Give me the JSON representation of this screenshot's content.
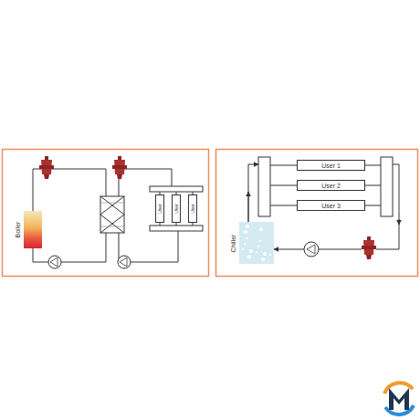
{
  "diagram": {
    "nodes": [
      {
        "text": [
          "Boiler"
        ]
      },
      {
        "text": [
          "User"
        ]
      },
      {
        "text": [
          "User"
        ]
      },
      {
        "text": [
          "User"
        ]
      },
      {
        "text": [
          "User 1"
        ]
      },
      {
        "text": [
          "User 2"
        ]
      },
      {
        "text": [
          "User 3"
        ]
      },
      {
        "text": [
          "Chiller"
        ]
      }
    ]
  }
}
